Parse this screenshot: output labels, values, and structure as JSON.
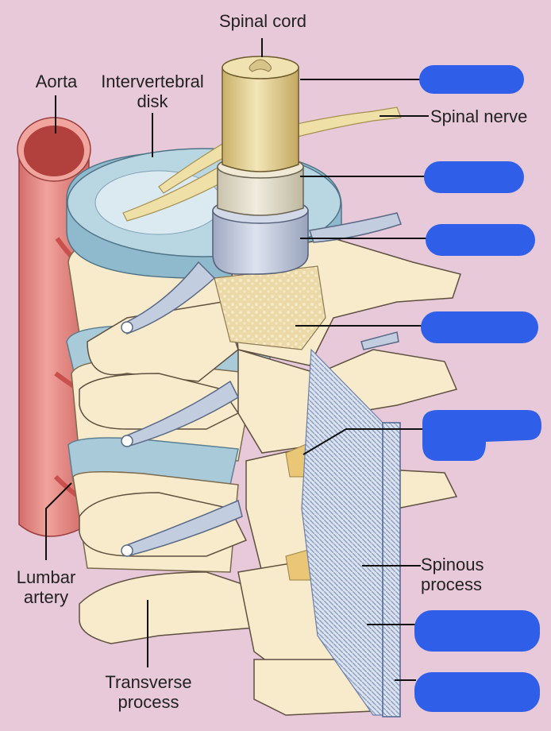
{
  "labels": {
    "spinal_cord": "Spinal cord",
    "aorta": "Aorta",
    "intervertebral_disk": [
      "Intervertebral",
      "disk"
    ],
    "spinal_nerve": "Spinal nerve",
    "lumbar_artery": [
      "Lumbar",
      "artery"
    ],
    "spinous_process": [
      "Spinous",
      "process"
    ],
    "transverse_process": [
      "Transverse",
      "process"
    ]
  },
  "colors": {
    "background": "#e8c9da",
    "redaction": "#2f5ee8",
    "bone": "#f7ebcc",
    "aorta": "#e9908b",
    "disk": "#a9cbd9",
    "dura": "#c5ccdc",
    "cord": "#dcc78e",
    "nerve": "#e8d9a0"
  },
  "redacted_label_count": 7
}
